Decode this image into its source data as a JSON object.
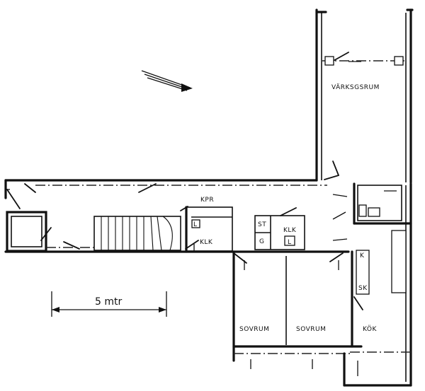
{
  "rooms": {
    "workshop": "VÄRKSGSRUM",
    "kpr": "KPR",
    "klk_left": "KLK",
    "klk_right": "KLK",
    "st": "ST",
    "g": "G",
    "l_left": "L",
    "l_right": "L",
    "k": "K",
    "sk": "SK",
    "bedroom_1": "SOVRUM",
    "bedroom_2": "SOVRUM",
    "kitchen": "KÖK"
  },
  "scale": {
    "label": "5 mtr"
  }
}
